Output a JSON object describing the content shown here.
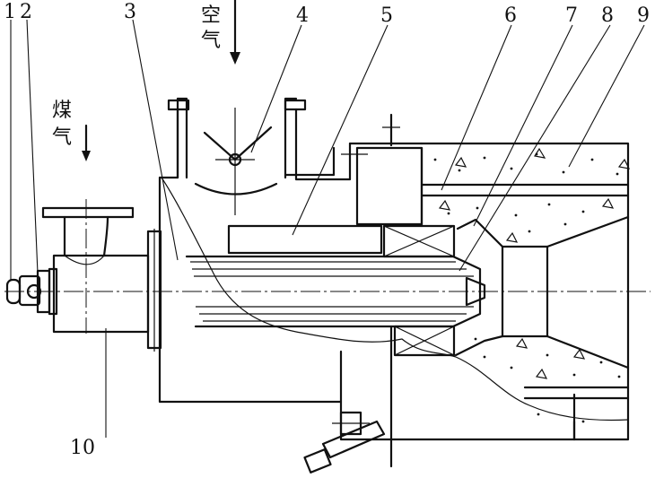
{
  "labels": {
    "n1": "1",
    "n2": "2",
    "n3": "3",
    "n4": "4",
    "n5": "5",
    "n6": "6",
    "n7": "7",
    "n8": "8",
    "n9": "9",
    "n10": "10"
  },
  "flows": {
    "air_1": "空",
    "air_2": "气",
    "gas_1": "煤",
    "gas_2": "气"
  }
}
